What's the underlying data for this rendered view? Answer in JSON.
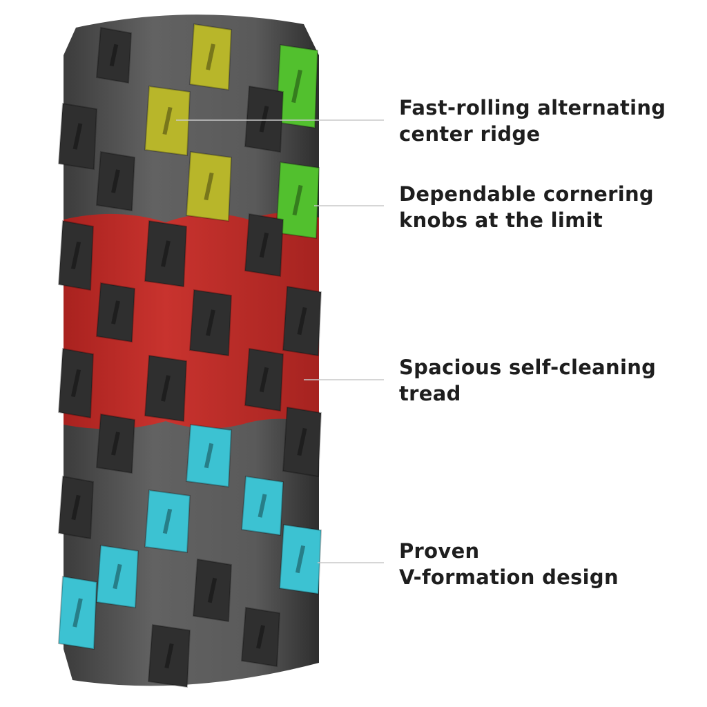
{
  "callouts": [
    {
      "lines": [
        "Fast-rolling alternating",
        "center ridge"
      ],
      "color": "#b8b62a"
    },
    {
      "lines": [
        "Dependable cornering",
        "knobs at the limit"
      ],
      "color": "#52c02e"
    },
    {
      "lines": [
        "Spacious self-cleaning",
        "tread"
      ],
      "color": "#c0302c"
    },
    {
      "lines": [
        "Proven",
        "V-formation design"
      ],
      "color": "#3cc2d2"
    }
  ],
  "colors": {
    "tire": "#555555",
    "knob": "#2f2f2f",
    "leader_line": "#c8c8c8",
    "text": "#1e1e1e"
  }
}
